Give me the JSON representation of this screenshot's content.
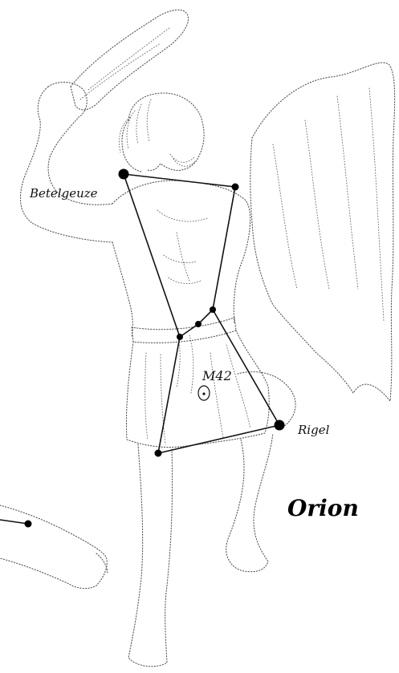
{
  "labels": {
    "betelgeuze": "Betelgeuze",
    "rigel": "Rigel",
    "m42": "M42",
    "title": "Orion"
  },
  "colors": {
    "lines": "#111111",
    "figure_outline": "#555555",
    "background": "#ffffff"
  }
}
